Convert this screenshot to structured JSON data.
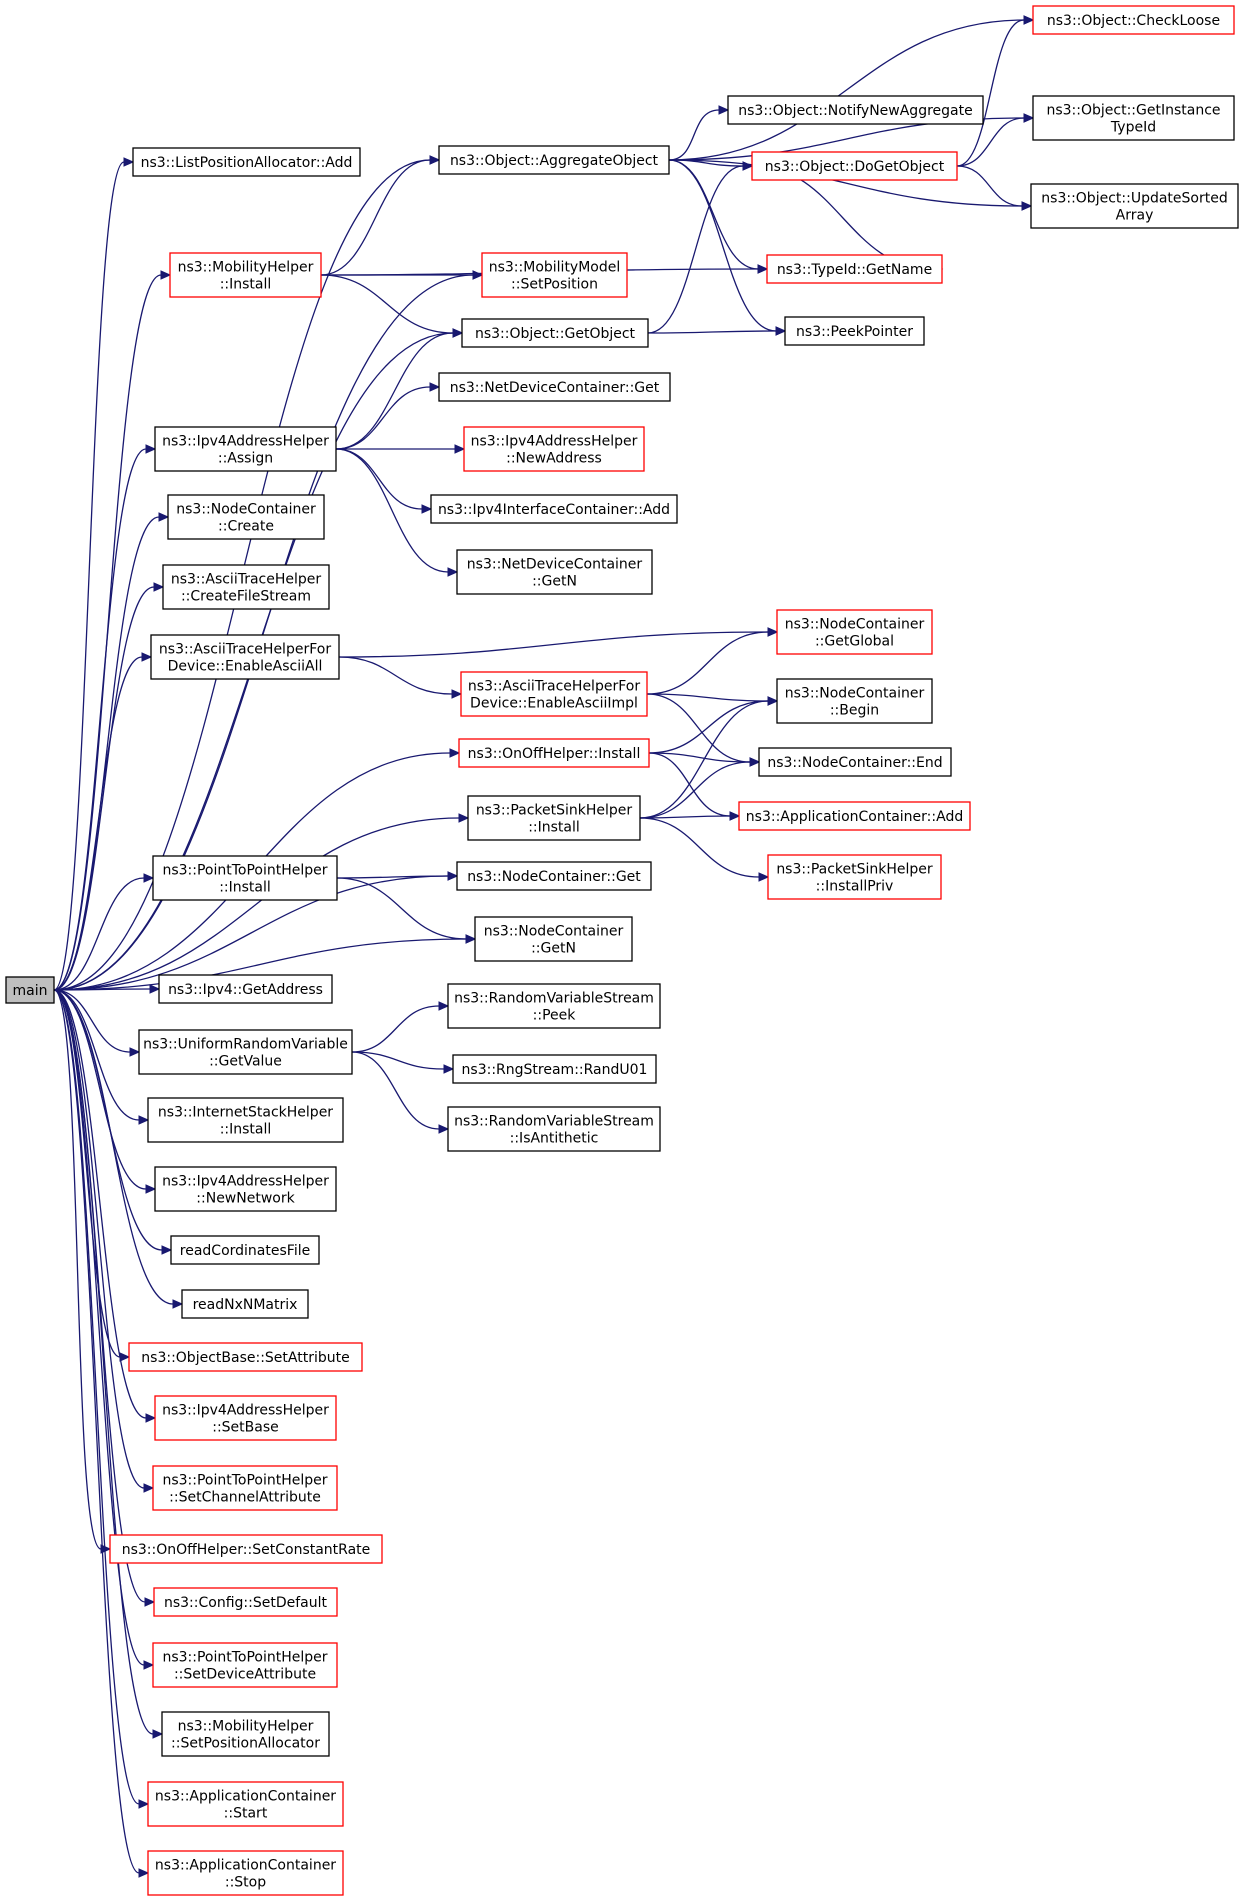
{
  "colors": {
    "edge": "#191970",
    "incomplete_border": "#ff0000",
    "complete_border": "#000000",
    "root_fill": "#bfbfbf"
  },
  "nodes": [
    {
      "id": "main",
      "lines": [
        "main"
      ],
      "style": "root"
    },
    {
      "id": "lpa_add",
      "lines": [
        "ns3::ListPositionAllocator::Add"
      ],
      "style": "black"
    },
    {
      "id": "mob_install",
      "lines": [
        "ns3::MobilityHelper",
        "::Install"
      ],
      "style": "red"
    },
    {
      "id": "ipv4ah_assign",
      "lines": [
        "ns3::Ipv4AddressHelper",
        "::Assign"
      ],
      "style": "black"
    },
    {
      "id": "nc_create",
      "lines": [
        "ns3::NodeContainer",
        "::Create"
      ],
      "style": "black"
    },
    {
      "id": "ath_cfs",
      "lines": [
        "ns3::AsciiTraceHelper",
        "::CreateFileStream"
      ],
      "style": "black"
    },
    {
      "id": "athfd_all",
      "lines": [
        "ns3::AsciiTraceHelperFor",
        "Device::EnableAsciiAll"
      ],
      "style": "black"
    },
    {
      "id": "p2p_install",
      "lines": [
        "ns3::PointToPointHelper",
        "::Install"
      ],
      "style": "black"
    },
    {
      "id": "ipv4_getaddr",
      "lines": [
        "ns3::Ipv4::GetAddress"
      ],
      "style": "black"
    },
    {
      "id": "urv_getvalue",
      "lines": [
        "ns3::UniformRandomVariable",
        "::GetValue"
      ],
      "style": "black"
    },
    {
      "id": "ish_install",
      "lines": [
        "ns3::InternetStackHelper",
        "::Install"
      ],
      "style": "black"
    },
    {
      "id": "ipv4ah_newnet",
      "lines": [
        "ns3::Ipv4AddressHelper",
        "::NewNetwork"
      ],
      "style": "black"
    },
    {
      "id": "read_coords",
      "lines": [
        "readCordinatesFile"
      ],
      "style": "black"
    },
    {
      "id": "read_matrix",
      "lines": [
        "readNxNMatrix"
      ],
      "style": "black"
    },
    {
      "id": "ob_setattr",
      "lines": [
        "ns3::ObjectBase::SetAttribute"
      ],
      "style": "red"
    },
    {
      "id": "ipv4ah_setbase",
      "lines": [
        "ns3::Ipv4AddressHelper",
        "::SetBase"
      ],
      "style": "red"
    },
    {
      "id": "p2p_setchan",
      "lines": [
        "ns3::PointToPointHelper",
        "::SetChannelAttribute"
      ],
      "style": "red"
    },
    {
      "id": "onoff_setrate",
      "lines": [
        "ns3::OnOffHelper::SetConstantRate"
      ],
      "style": "red"
    },
    {
      "id": "config_setdef",
      "lines": [
        "ns3::Config::SetDefault"
      ],
      "style": "red"
    },
    {
      "id": "p2p_setdev",
      "lines": [
        "ns3::PointToPointHelper",
        "::SetDeviceAttribute"
      ],
      "style": "red"
    },
    {
      "id": "mob_setpos",
      "lines": [
        "ns3::MobilityHelper",
        "::SetPositionAllocator"
      ],
      "style": "black"
    },
    {
      "id": "ac_start",
      "lines": [
        "ns3::ApplicationContainer",
        "::Start"
      ],
      "style": "red"
    },
    {
      "id": "ac_stop",
      "lines": [
        "ns3::ApplicationContainer",
        "::Stop"
      ],
      "style": "red"
    },
    {
      "id": "obj_aggregate",
      "lines": [
        "ns3::Object::AggregateObject"
      ],
      "style": "black"
    },
    {
      "id": "mm_setpos",
      "lines": [
        "ns3::MobilityModel",
        "::SetPosition"
      ],
      "style": "red"
    },
    {
      "id": "obj_getobject",
      "lines": [
        "ns3::Object::GetObject"
      ],
      "style": "black"
    },
    {
      "id": "ndc_get",
      "lines": [
        "ns3::NetDeviceContainer::Get"
      ],
      "style": "black"
    },
    {
      "id": "ipv4ah_newaddr",
      "lines": [
        "ns3::Ipv4AddressHelper",
        "::NewAddress"
      ],
      "style": "red"
    },
    {
      "id": "ipv4ic_add",
      "lines": [
        "ns3::Ipv4InterfaceContainer::Add"
      ],
      "style": "black"
    },
    {
      "id": "ndc_getn",
      "lines": [
        "ns3::NetDeviceContainer",
        "::GetN"
      ],
      "style": "black"
    },
    {
      "id": "athfd_impl",
      "lines": [
        "ns3::AsciiTraceHelperFor",
        "Device::EnableAsciiImpl"
      ],
      "style": "red"
    },
    {
      "id": "onoff_install",
      "lines": [
        "ns3::OnOffHelper::Install"
      ],
      "style": "red"
    },
    {
      "id": "psh_install",
      "lines": [
        "ns3::PacketSinkHelper",
        "::Install"
      ],
      "style": "black"
    },
    {
      "id": "nc_get",
      "lines": [
        "ns3::NodeContainer::Get"
      ],
      "style": "black"
    },
    {
      "id": "nc_getn",
      "lines": [
        "ns3::NodeContainer",
        "::GetN"
      ],
      "style": "black"
    },
    {
      "id": "rvs_peek",
      "lines": [
        "ns3::RandomVariableStream",
        "::Peek"
      ],
      "style": "black"
    },
    {
      "id": "rng_randu01",
      "lines": [
        "ns3::RngStream::RandU01"
      ],
      "style": "black"
    },
    {
      "id": "rvs_isanti",
      "lines": [
        "ns3::RandomVariableStream",
        "::IsAntithetic"
      ],
      "style": "black"
    },
    {
      "id": "obj_notify",
      "lines": [
        "ns3::Object::NotifyNewAggregate"
      ],
      "style": "black"
    },
    {
      "id": "obj_dogetobject",
      "lines": [
        "ns3::Object::DoGetObject"
      ],
      "style": "red"
    },
    {
      "id": "typeid_getname",
      "lines": [
        "ns3::TypeId::GetName"
      ],
      "style": "red"
    },
    {
      "id": "peekpointer",
      "lines": [
        "ns3::PeekPointer"
      ],
      "style": "black"
    },
    {
      "id": "nc_getglobal",
      "lines": [
        "ns3::NodeContainer",
        "::GetGlobal"
      ],
      "style": "red"
    },
    {
      "id": "nc_begin",
      "lines": [
        "ns3::NodeContainer",
        "::Begin"
      ],
      "style": "black"
    },
    {
      "id": "nc_end",
      "lines": [
        "ns3::NodeContainer::End"
      ],
      "style": "black"
    },
    {
      "id": "ac_add",
      "lines": [
        "ns3::ApplicationContainer::Add"
      ],
      "style": "red"
    },
    {
      "id": "psh_installpriv",
      "lines": [
        "ns3::PacketSinkHelper",
        "::InstallPriv"
      ],
      "style": "red"
    },
    {
      "id": "obj_checkloose",
      "lines": [
        "ns3::Object::CheckLoose"
      ],
      "style": "red"
    },
    {
      "id": "obj_getinstance",
      "lines": [
        "ns3::Object::GetInstance",
        "TypeId"
      ],
      "style": "black"
    },
    {
      "id": "obj_updatesorted",
      "lines": [
        "ns3::Object::UpdateSorted",
        "Array"
      ],
      "style": "black"
    }
  ],
  "edges": [
    [
      "main",
      "lpa_add"
    ],
    [
      "main",
      "obj_aggregate"
    ],
    [
      "main",
      "mob_install"
    ],
    [
      "main",
      "mm_setpos"
    ],
    [
      "main",
      "obj_getobject"
    ],
    [
      "main",
      "ipv4ah_assign"
    ],
    [
      "main",
      "nc_create"
    ],
    [
      "main",
      "ath_cfs"
    ],
    [
      "main",
      "athfd_all"
    ],
    [
      "main",
      "onoff_install"
    ],
    [
      "main",
      "psh_install"
    ],
    [
      "main",
      "nc_get"
    ],
    [
      "main",
      "p2p_install"
    ],
    [
      "main",
      "nc_getn"
    ],
    [
      "main",
      "ipv4_getaddr"
    ],
    [
      "main",
      "urv_getvalue"
    ],
    [
      "main",
      "ish_install"
    ],
    [
      "main",
      "ipv4ah_newnet"
    ],
    [
      "main",
      "read_coords"
    ],
    [
      "main",
      "read_matrix"
    ],
    [
      "main",
      "ob_setattr"
    ],
    [
      "main",
      "ipv4ah_setbase"
    ],
    [
      "main",
      "p2p_setchan"
    ],
    [
      "main",
      "onoff_setrate"
    ],
    [
      "main",
      "config_setdef"
    ],
    [
      "main",
      "p2p_setdev"
    ],
    [
      "main",
      "mob_setpos"
    ],
    [
      "main",
      "ac_start"
    ],
    [
      "main",
      "ac_stop"
    ],
    [
      "mob_install",
      "obj_aggregate"
    ],
    [
      "mob_install",
      "typeid_getname"
    ],
    [
      "mob_install",
      "mm_setpos"
    ],
    [
      "mob_install",
      "obj_getobject"
    ],
    [
      "ipv4ah_assign",
      "obj_getobject"
    ],
    [
      "ipv4ah_assign",
      "ndc_get"
    ],
    [
      "ipv4ah_assign",
      "ipv4ah_newaddr"
    ],
    [
      "ipv4ah_assign",
      "ipv4ic_add"
    ],
    [
      "ipv4ah_assign",
      "ndc_getn"
    ],
    [
      "athfd_all",
      "nc_getglobal"
    ],
    [
      "athfd_all",
      "athfd_impl"
    ],
    [
      "athfd_impl",
      "nc_getglobal"
    ],
    [
      "athfd_impl",
      "nc_begin"
    ],
    [
      "athfd_impl",
      "nc_end"
    ],
    [
      "onoff_install",
      "nc_begin"
    ],
    [
      "onoff_install",
      "nc_end"
    ],
    [
      "onoff_install",
      "ac_add"
    ],
    [
      "psh_install",
      "nc_begin"
    ],
    [
      "psh_install",
      "nc_end"
    ],
    [
      "psh_install",
      "ac_add"
    ],
    [
      "psh_install",
      "psh_installpriv"
    ],
    [
      "p2p_install",
      "nc_get"
    ],
    [
      "p2p_install",
      "nc_getn"
    ],
    [
      "urv_getvalue",
      "rvs_peek"
    ],
    [
      "urv_getvalue",
      "rng_randu01"
    ],
    [
      "urv_getvalue",
      "rvs_isanti"
    ],
    [
      "obj_aggregate",
      "obj_checkloose"
    ],
    [
      "obj_aggregate",
      "obj_getinstance"
    ],
    [
      "obj_aggregate",
      "obj_notify"
    ],
    [
      "obj_aggregate",
      "obj_dogetobject"
    ],
    [
      "obj_aggregate",
      "obj_updatesorted"
    ],
    [
      "obj_aggregate",
      "typeid_getname"
    ],
    [
      "obj_aggregate",
      "peekpointer"
    ],
    [
      "obj_getobject",
      "obj_dogetobject"
    ],
    [
      "obj_getobject",
      "peekpointer"
    ],
    [
      "obj_dogetobject",
      "obj_checkloose"
    ],
    [
      "obj_dogetobject",
      "obj_getinstance"
    ],
    [
      "obj_dogetobject",
      "obj_updatesorted"
    ],
    [
      "obj_dogetobject",
      "typeid_getname"
    ]
  ]
}
